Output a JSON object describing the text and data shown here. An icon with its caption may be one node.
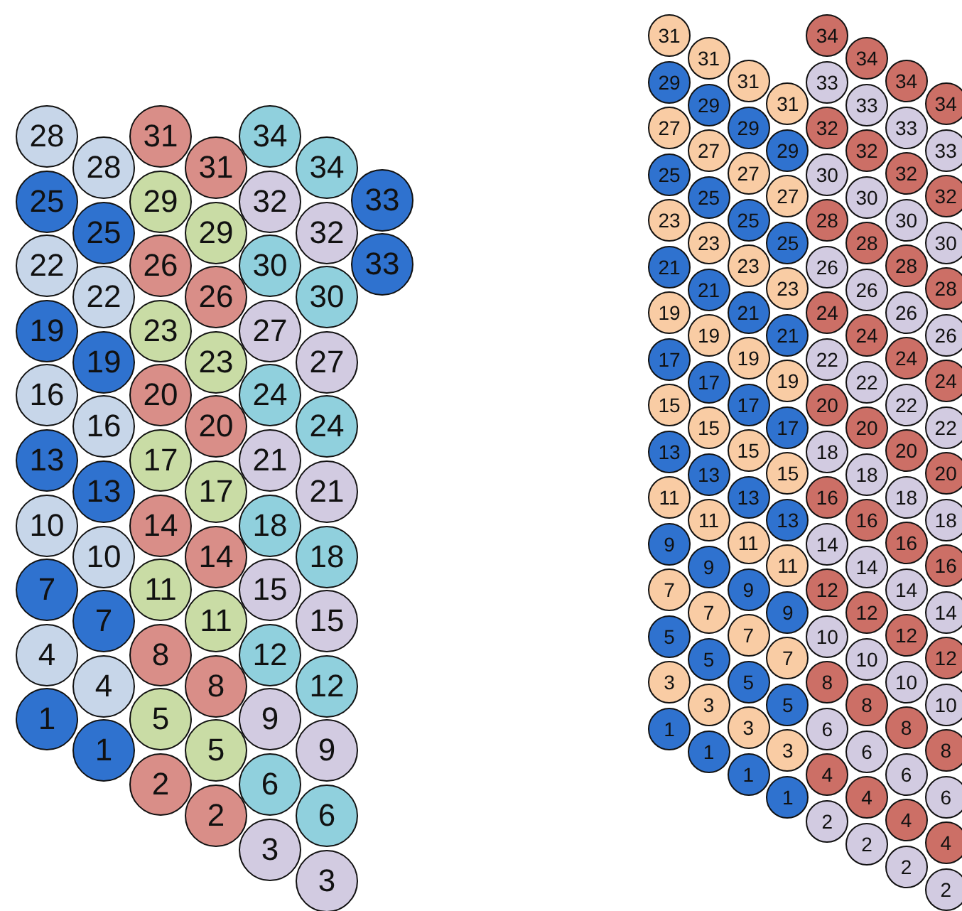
{
  "diagram": {
    "nodes": [
      {
        "text": [
          "28"
        ]
      },
      {
        "text": [
          "25"
        ]
      },
      {
        "text": [
          "22"
        ]
      },
      {
        "text": [
          "19"
        ]
      },
      {
        "text": [
          "16"
        ]
      },
      {
        "text": [
          "13"
        ]
      },
      {
        "text": [
          "10"
        ]
      },
      {
        "text": [
          "7"
        ]
      },
      {
        "text": [
          "4"
        ]
      },
      {
        "text": [
          "1"
        ]
      },
      {
        "text": [
          "28"
        ]
      },
      {
        "text": [
          "25"
        ]
      },
      {
        "text": [
          "22"
        ]
      },
      {
        "text": [
          "19"
        ]
      },
      {
        "text": [
          "16"
        ]
      },
      {
        "text": [
          "13"
        ]
      },
      {
        "text": [
          "10"
        ]
      },
      {
        "text": [
          "7"
        ]
      },
      {
        "text": [
          "4"
        ]
      },
      {
        "text": [
          "1"
        ]
      },
      {
        "text": [
          "31"
        ]
      },
      {
        "text": [
          "29"
        ]
      },
      {
        "text": [
          "26"
        ]
      },
      {
        "text": [
          "23"
        ]
      },
      {
        "text": [
          "20"
        ]
      },
      {
        "text": [
          "17"
        ]
      },
      {
        "text": [
          "14"
        ]
      },
      {
        "text": [
          "11"
        ]
      },
      {
        "text": [
          "8"
        ]
      },
      {
        "text": [
          "5"
        ]
      },
      {
        "text": [
          "2"
        ]
      },
      {
        "text": [
          "31"
        ]
      },
      {
        "text": [
          "29"
        ]
      },
      {
        "text": [
          "26"
        ]
      },
      {
        "text": [
          "23"
        ]
      },
      {
        "text": [
          "20"
        ]
      },
      {
        "text": [
          "17"
        ]
      },
      {
        "text": [
          "14"
        ]
      },
      {
        "text": [
          "11"
        ]
      },
      {
        "text": [
          "8"
        ]
      },
      {
        "text": [
          "5"
        ]
      },
      {
        "text": [
          "2"
        ]
      },
      {
        "text": [
          "34"
        ]
      },
      {
        "text": [
          "32"
        ]
      },
      {
        "text": [
          "30"
        ]
      },
      {
        "text": [
          "27"
        ]
      },
      {
        "text": [
          "24"
        ]
      },
      {
        "text": [
          "21"
        ]
      },
      {
        "text": [
          "18"
        ]
      },
      {
        "text": [
          "15"
        ]
      },
      {
        "text": [
          "12"
        ]
      },
      {
        "text": [
          "9"
        ]
      },
      {
        "text": [
          "6"
        ]
      },
      {
        "text": [
          "3"
        ]
      },
      {
        "text": [
          "34"
        ]
      },
      {
        "text": [
          "32"
        ]
      },
      {
        "text": [
          "30"
        ]
      },
      {
        "text": [
          "27"
        ]
      },
      {
        "text": [
          "24"
        ]
      },
      {
        "text": [
          "21"
        ]
      },
      {
        "text": [
          "18"
        ]
      },
      {
        "text": [
          "15"
        ]
      },
      {
        "text": [
          "12"
        ]
      },
      {
        "text": [
          "9"
        ]
      },
      {
        "text": [
          "6"
        ]
      },
      {
        "text": [
          "3"
        ]
      },
      {
        "text": [
          "33"
        ]
      },
      {
        "text": [
          "33"
        ]
      },
      {
        "text": [
          "31"
        ]
      },
      {
        "text": [
          "29"
        ]
      },
      {
        "text": [
          "27"
        ]
      },
      {
        "text": [
          "25"
        ]
      },
      {
        "text": [
          "23"
        ]
      },
      {
        "text": [
          "21"
        ]
      },
      {
        "text": [
          "19"
        ]
      },
      {
        "text": [
          "17"
        ]
      },
      {
        "text": [
          "15"
        ]
      },
      {
        "text": [
          "13"
        ]
      },
      {
        "text": [
          "11"
        ]
      },
      {
        "text": [
          "9"
        ]
      },
      {
        "text": [
          "7"
        ]
      },
      {
        "text": [
          "5"
        ]
      },
      {
        "text": [
          "3"
        ]
      },
      {
        "text": [
          "1"
        ]
      },
      {
        "text": [
          "31"
        ]
      },
      {
        "text": [
          "29"
        ]
      },
      {
        "text": [
          "27"
        ]
      },
      {
        "text": [
          "25"
        ]
      },
      {
        "text": [
          "23"
        ]
      },
      {
        "text": [
          "21"
        ]
      },
      {
        "text": [
          "19"
        ]
      },
      {
        "text": [
          "17"
        ]
      },
      {
        "text": [
          "15"
        ]
      },
      {
        "text": [
          "13"
        ]
      },
      {
        "text": [
          "11"
        ]
      },
      {
        "text": [
          "9"
        ]
      },
      {
        "text": [
          "7"
        ]
      },
      {
        "text": [
          "5"
        ]
      },
      {
        "text": [
          "3"
        ]
      },
      {
        "text": [
          "1"
        ]
      },
      {
        "text": [
          "31"
        ]
      },
      {
        "text": [
          "29"
        ]
      },
      {
        "text": [
          "27"
        ]
      },
      {
        "text": [
          "25"
        ]
      },
      {
        "text": [
          "23"
        ]
      },
      {
        "text": [
          "21"
        ]
      },
      {
        "text": [
          "19"
        ]
      },
      {
        "text": [
          "17"
        ]
      },
      {
        "text": [
          "15"
        ]
      },
      {
        "text": [
          "13"
        ]
      },
      {
        "text": [
          "11"
        ]
      },
      {
        "text": [
          "9"
        ]
      },
      {
        "text": [
          "7"
        ]
      },
      {
        "text": [
          "5"
        ]
      },
      {
        "text": [
          "3"
        ]
      },
      {
        "text": [
          "1"
        ]
      },
      {
        "text": [
          "31"
        ]
      },
      {
        "text": [
          "29"
        ]
      },
      {
        "text": [
          "27"
        ]
      },
      {
        "text": [
          "25"
        ]
      },
      {
        "text": [
          "23"
        ]
      },
      {
        "text": [
          "21"
        ]
      },
      {
        "text": [
          "19"
        ]
      },
      {
        "text": [
          "17"
        ]
      },
      {
        "text": [
          "15"
        ]
      },
      {
        "text": [
          "13"
        ]
      },
      {
        "text": [
          "11"
        ]
      },
      {
        "text": [
          "9"
        ]
      },
      {
        "text": [
          "7"
        ]
      },
      {
        "text": [
          "5"
        ]
      },
      {
        "text": [
          "3"
        ]
      },
      {
        "text": [
          "1"
        ]
      },
      {
        "text": [
          "34"
        ]
      },
      {
        "text": [
          "33"
        ]
      },
      {
        "text": [
          "32"
        ]
      },
      {
        "text": [
          "30"
        ]
      },
      {
        "text": [
          "28"
        ]
      },
      {
        "text": [
          "26"
        ]
      },
      {
        "text": [
          "24"
        ]
      },
      {
        "text": [
          "22"
        ]
      },
      {
        "text": [
          "20"
        ]
      },
      {
        "text": [
          "18"
        ]
      },
      {
        "text": [
          "16"
        ]
      },
      {
        "text": [
          "14"
        ]
      },
      {
        "text": [
          "12"
        ]
      },
      {
        "text": [
          "10"
        ]
      },
      {
        "text": [
          "8"
        ]
      },
      {
        "text": [
          "6"
        ]
      },
      {
        "text": [
          "4"
        ]
      },
      {
        "text": [
          "2"
        ]
      },
      {
        "text": [
          "34"
        ]
      },
      {
        "text": [
          "33"
        ]
      },
      {
        "text": [
          "32"
        ]
      },
      {
        "text": [
          "30"
        ]
      },
      {
        "text": [
          "28"
        ]
      },
      {
        "text": [
          "26"
        ]
      },
      {
        "text": [
          "24"
        ]
      },
      {
        "text": [
          "22"
        ]
      },
      {
        "text": [
          "20"
        ]
      },
      {
        "text": [
          "18"
        ]
      },
      {
        "text": [
          "16"
        ]
      },
      {
        "text": [
          "14"
        ]
      },
      {
        "text": [
          "12"
        ]
      },
      {
        "text": [
          "10"
        ]
      },
      {
        "text": [
          "8"
        ]
      },
      {
        "text": [
          "6"
        ]
      },
      {
        "text": [
          "4"
        ]
      },
      {
        "text": [
          "2"
        ]
      },
      {
        "text": [
          "34"
        ]
      },
      {
        "text": [
          "33"
        ]
      },
      {
        "text": [
          "32"
        ]
      },
      {
        "text": [
          "30"
        ]
      },
      {
        "text": [
          "28"
        ]
      },
      {
        "text": [
          "26"
        ]
      },
      {
        "text": [
          "24"
        ]
      },
      {
        "text": [
          "22"
        ]
      },
      {
        "text": [
          "20"
        ]
      },
      {
        "text": [
          "18"
        ]
      },
      {
        "text": [
          "16"
        ]
      },
      {
        "text": [
          "14"
        ]
      },
      {
        "text": [
          "12"
        ]
      },
      {
        "text": [
          "10"
        ]
      },
      {
        "text": [
          "8"
        ]
      },
      {
        "text": [
          "6"
        ]
      },
      {
        "text": [
          "4"
        ]
      },
      {
        "text": [
          "2"
        ]
      },
      {
        "text": [
          "34"
        ]
      },
      {
        "text": [
          "33"
        ]
      },
      {
        "text": [
          "32"
        ]
      },
      {
        "text": [
          "30"
        ]
      },
      {
        "text": [
          "28"
        ]
      },
      {
        "text": [
          "26"
        ]
      },
      {
        "text": [
          "24"
        ]
      },
      {
        "text": [
          "22"
        ]
      },
      {
        "text": [
          "20"
        ]
      },
      {
        "text": [
          "18"
        ]
      },
      {
        "text": [
          "16"
        ]
      },
      {
        "text": [
          "14"
        ]
      },
      {
        "text": [
          "12"
        ]
      },
      {
        "text": [
          "10"
        ]
      },
      {
        "text": [
          "8"
        ]
      },
      {
        "text": [
          "6"
        ]
      },
      {
        "text": [
          "4"
        ]
      },
      {
        "text": [
          "2"
        ]
      }
    ]
  }
}
